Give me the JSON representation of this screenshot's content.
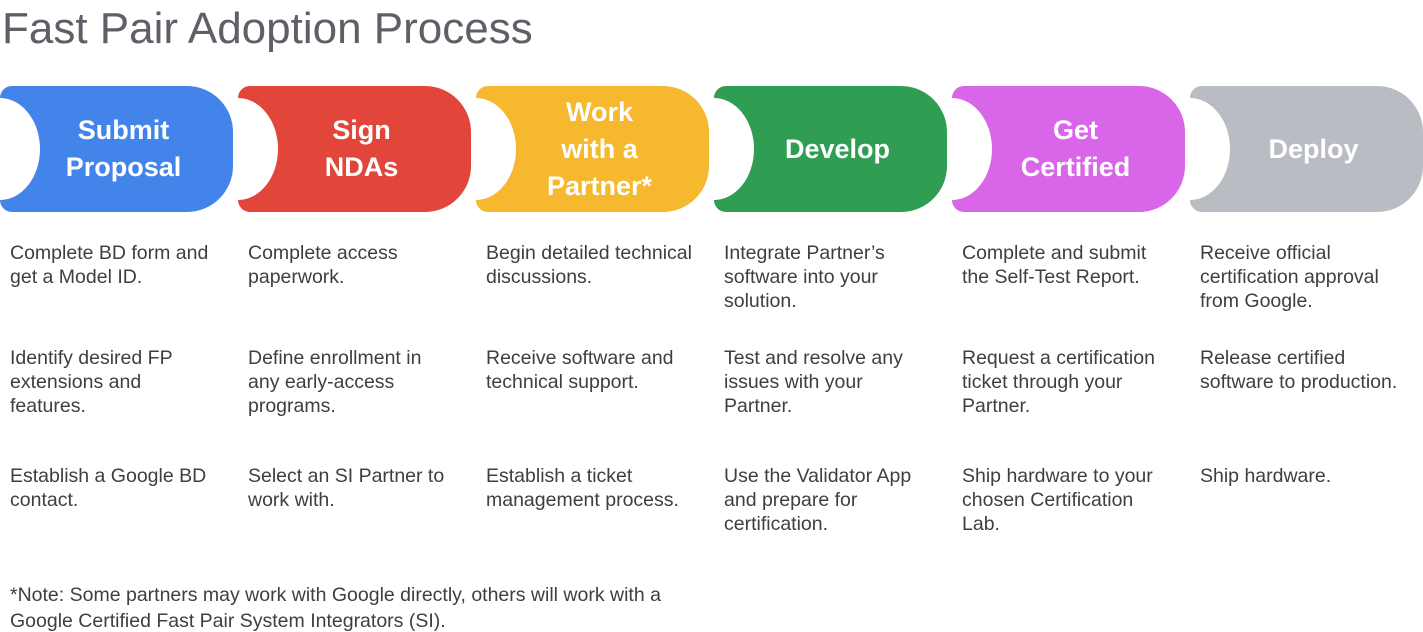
{
  "title": "Fast Pair Adoption Process",
  "footnote": "*Note: Some partners may work with Google directly, others will work with a\nGoogle Certified Fast Pair System Integrators (SI).",
  "stages": [
    {
      "label": "Submit\nProposal",
      "color": "#4384EA",
      "bullets": [
        "Complete BD form and get a Model ID.",
        "Identify desired FP extensions and features.",
        "Establish a Google BD contact."
      ]
    },
    {
      "label": "Sign\nNDAs",
      "color": "#E2453A",
      "bullets": [
        "Complete access paperwork.",
        "Define enrollment in any early-access programs.",
        "Select an SI Partner to work with."
      ]
    },
    {
      "label": "Work\nwith a\nPartner*",
      "color": "#F5B82E",
      "bullets": [
        "Begin detailed technical discussions.",
        "Receive software and technical support.",
        "Establish a ticket management process."
      ]
    },
    {
      "label": "Develop",
      "color": "#2F9E53",
      "bullets": [
        "Integrate Partner’s software into your solution.",
        "Test and resolve any issues with your Partner.",
        "Use the Validator App and prepare for certification."
      ]
    },
    {
      "label": "Get\nCertified",
      "color": "#D966E8",
      "bullets": [
        "Complete and submit the Self-Test Report.",
        "Request a certification ticket through your Partner.",
        "Ship hardware to your chosen Certification Lab."
      ]
    },
    {
      "label": "Deploy",
      "color": "#B9BCC2",
      "bullets": [
        "Receive official certification approval from Google.",
        "Release certified software to production.",
        "Ship hardware."
      ]
    }
  ]
}
